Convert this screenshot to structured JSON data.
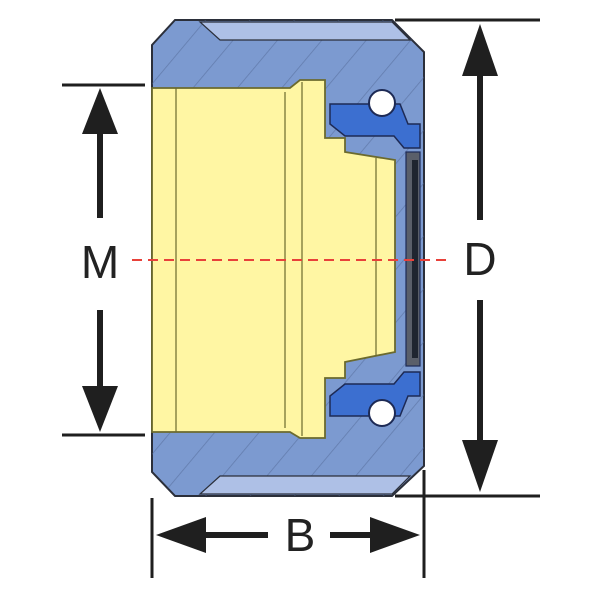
{
  "labels": {
    "bore": "M",
    "outer_diameter": "D",
    "width": "B"
  },
  "colors": {
    "housing": "#7c9ad0",
    "housing_light": "#aec0e6",
    "housing_outline": "#2b2f3a",
    "insert": "#fff6a3",
    "insert_outline": "#6b6a2e",
    "seal": "#3c6fd0",
    "centerline": "#e8413a",
    "dimension": "#1f1f1f",
    "background": "#ffffff"
  }
}
